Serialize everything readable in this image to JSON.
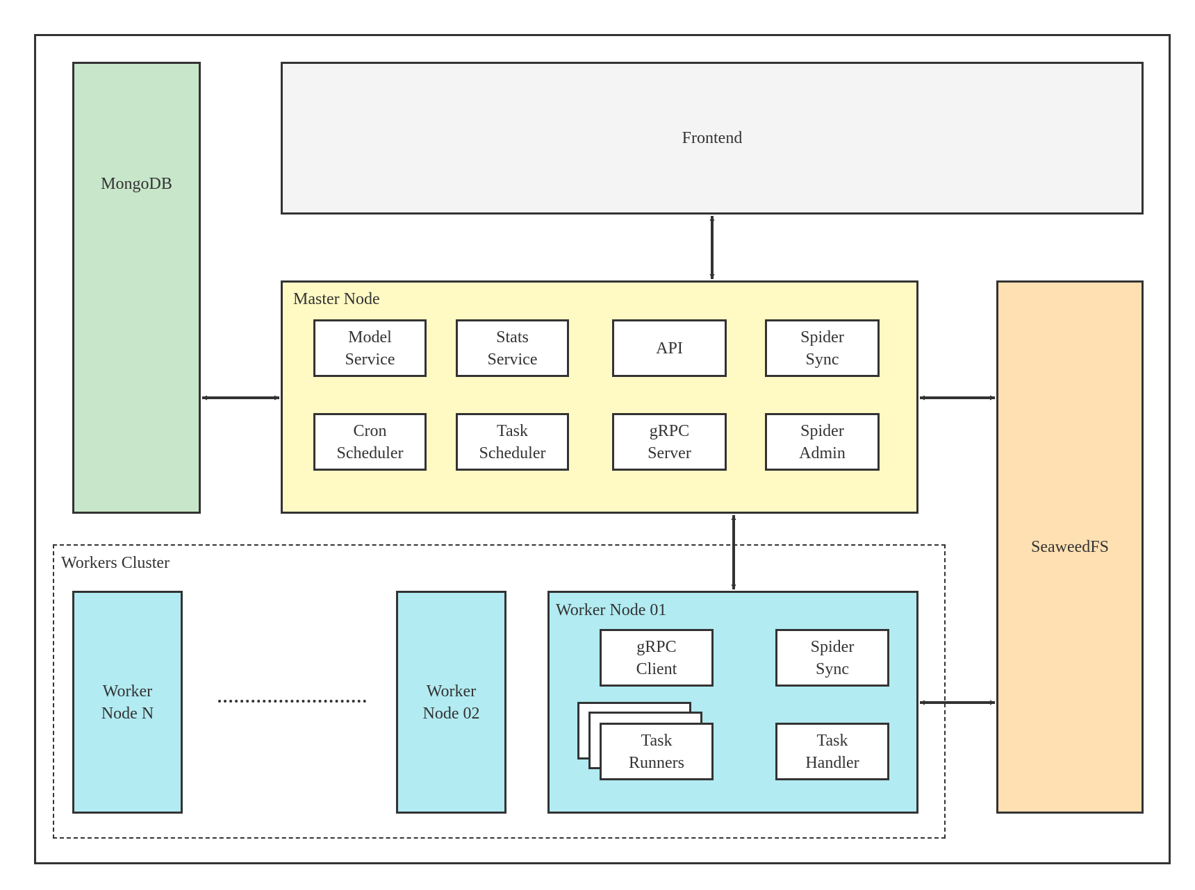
{
  "outer": {},
  "mongodb": {
    "label": "MongoDB",
    "color": "#c8e6c9"
  },
  "frontend": {
    "label": "Frontend",
    "color": "#f4f4f4"
  },
  "master": {
    "title": "Master Node",
    "color": "#fff9c4",
    "components": [
      "Model\nService",
      "Stats\nService",
      "API",
      "Spider\nSync",
      "Cron\nScheduler",
      "Task\nScheduler",
      "gRPC\nServer",
      "Spider\nAdmin"
    ]
  },
  "seaweedfs": {
    "label": "SeaweedFS",
    "color": "#ffe0b2"
  },
  "cluster": {
    "title": "Workers Cluster",
    "worker_n": "Worker\nNode N",
    "worker_02": "Worker\nNode 02",
    "worker_01": {
      "title": "Worker Node 01",
      "grpc_client": "gRPC\nClient",
      "spider_sync": "Spider\nSync",
      "task_runners": "Task\nRunners",
      "task_handler": "Task\nHandler"
    },
    "worker_color": "#b2ebf2"
  },
  "stroke_color": "#333333"
}
